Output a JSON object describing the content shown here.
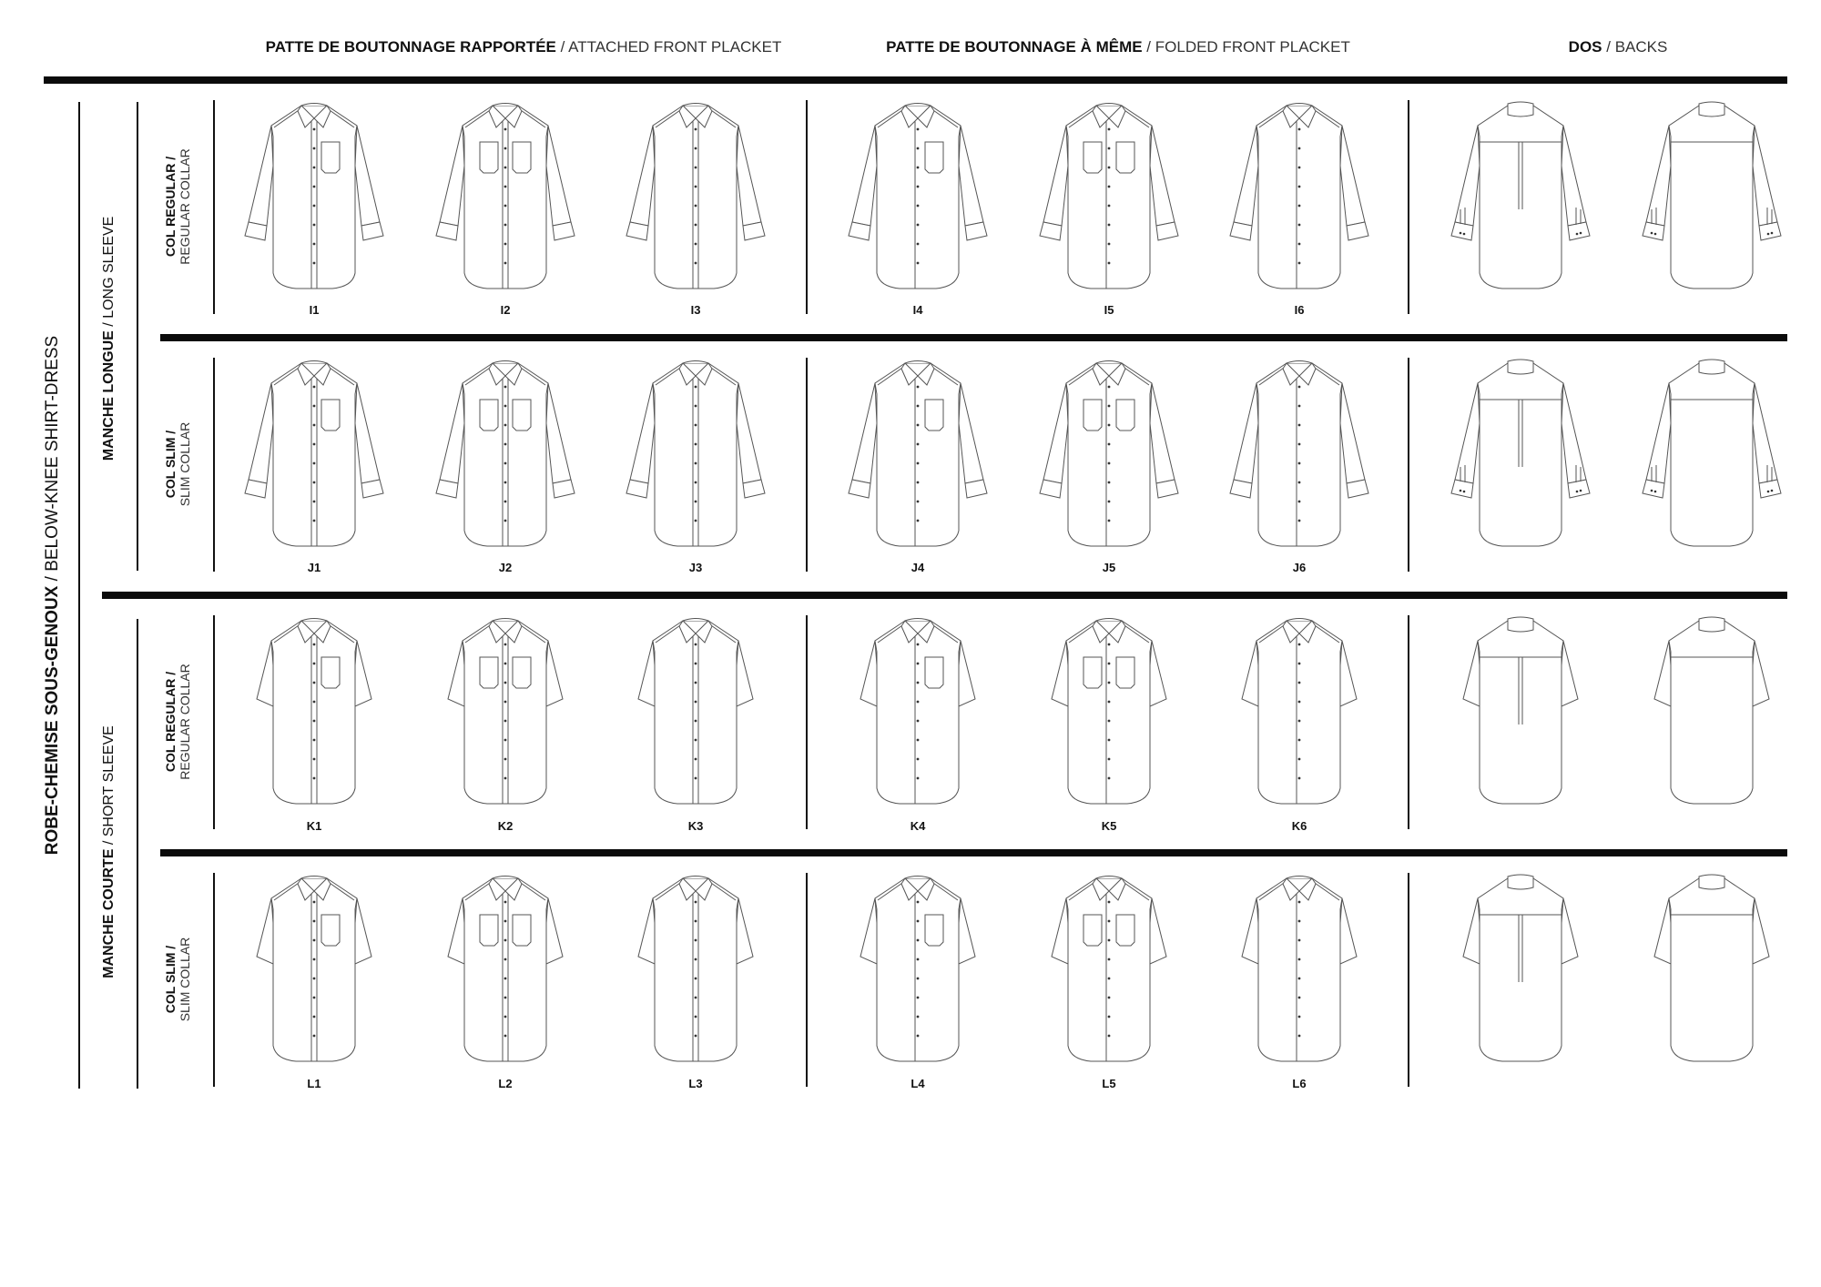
{
  "columns": [
    {
      "bold": "PATTE DE BOUTONNAGE RAPPORTÉE",
      "sep": " / ",
      "normal": "ATTACHED FRONT PLACKET"
    },
    {
      "bold": "PATTE DE BOUTONNAGE À MÊME",
      "sep": " / ",
      "normal": "FOLDED FRONT PLACKET"
    },
    {
      "bold": "DOS",
      "sep": " / ",
      "normal": "BACKS"
    }
  ],
  "main_label": {
    "bold": "ROBE-CHEMISE SOUS-GENOUX",
    "sep": " / ",
    "normal": "BELOW-KNEE SHIRT-DRESS"
  },
  "sleeve_groups": [
    {
      "bold": "MANCHE LONGUE",
      "sep": " / ",
      "normal": "LONG SLEEVE"
    },
    {
      "bold": "MANCHE COURTE",
      "sep": " / ",
      "normal": "SHORT SLEEVE"
    }
  ],
  "rows": [
    {
      "bold": "COL REGULAR /",
      "normal": "REGULAR COLLAR",
      "sleeve": "long",
      "codes": [
        "I1",
        "I2",
        "I3",
        "I4",
        "I5",
        "I6"
      ]
    },
    {
      "bold": "COL SLIM /",
      "normal": "SLIM COLLAR",
      "sleeve": "long",
      "codes": [
        "J1",
        "J2",
        "J3",
        "J4",
        "J5",
        "J6"
      ]
    },
    {
      "bold": "COL REGULAR /",
      "normal": "REGULAR COLLAR",
      "sleeve": "short",
      "codes": [
        "K1",
        "K2",
        "K3",
        "K4",
        "K5",
        "K6"
      ]
    },
    {
      "bold": "COL SLIM /",
      "normal": "SLIM COLLAR",
      "sleeve": "short",
      "codes": [
        "L1",
        "L2",
        "L3",
        "L4",
        "L5",
        "L6"
      ]
    }
  ],
  "front_pockets": [
    1,
    2,
    0,
    1,
    2,
    0
  ],
  "back_pleats": [
    true,
    false
  ]
}
